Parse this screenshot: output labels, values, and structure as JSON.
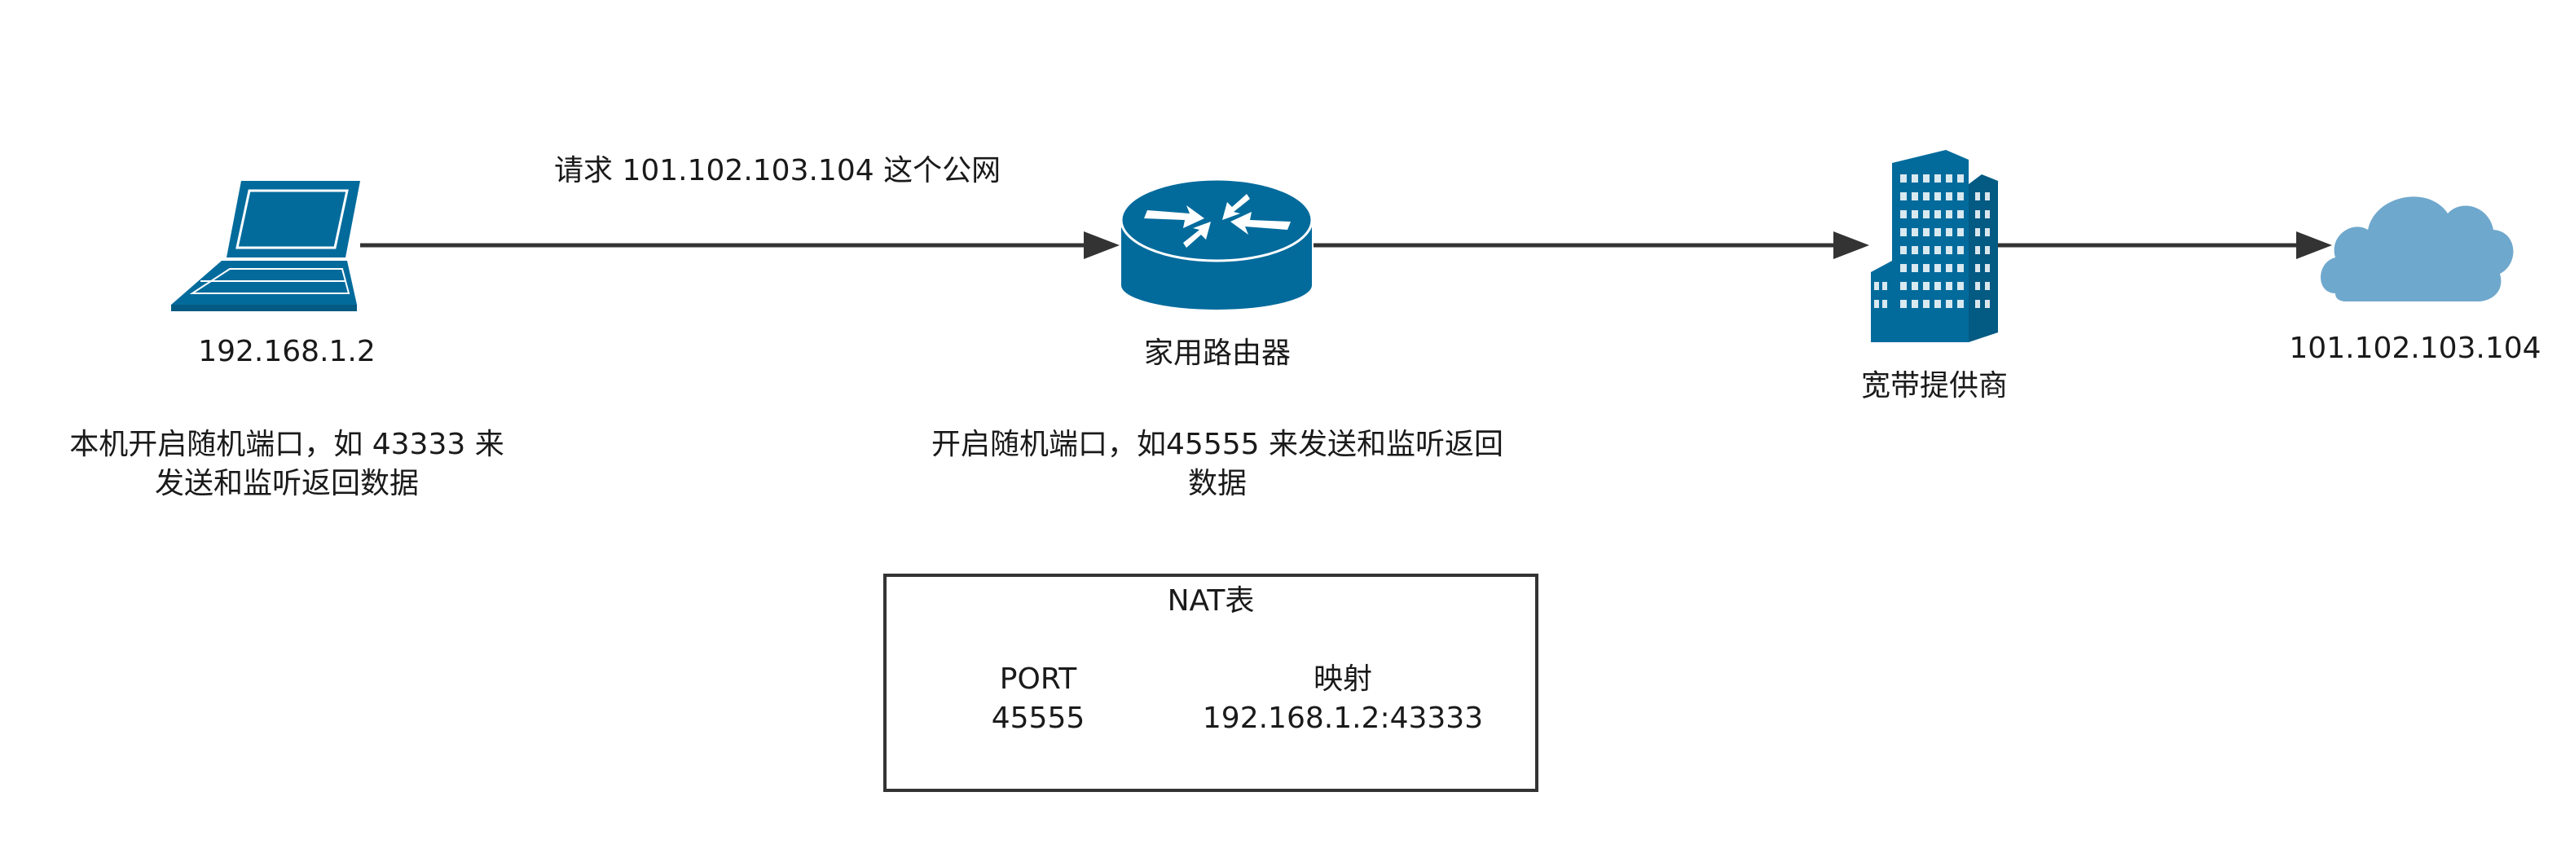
{
  "request_label": "请求 101.102.103.104 这个公网",
  "laptop": {
    "ip": "192.168.1.2",
    "note": "本机开启随机端口，如 43333 来发送和监听返回数据"
  },
  "router": {
    "label": "家用路由器",
    "note": "开启随机端口，如45555 来发送和监听返回数据"
  },
  "isp": {
    "label": "宽带提供商"
  },
  "internet": {
    "ip": "101.102.103.104"
  },
  "nat_table": {
    "title": "NAT表",
    "col_port": "PORT",
    "col_mapping": "映射",
    "row_port": "45555",
    "row_mapping": "192.168.1.2:43333"
  },
  "colors": {
    "icon_blue": "#036b9c",
    "cloud_blue": "#6fa8cd",
    "line": "#333333"
  },
  "icons": [
    "laptop-icon",
    "router-icon",
    "building-icon",
    "cloud-icon"
  ]
}
